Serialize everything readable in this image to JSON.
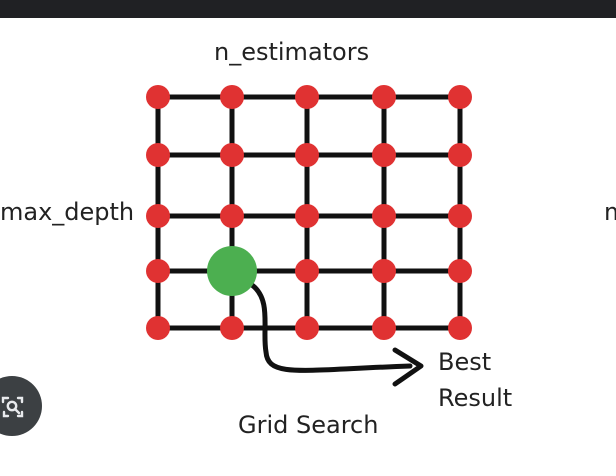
{
  "diagram": {
    "title_top": "n_estimators",
    "label_left": "max_depth",
    "label_right_partial": "m",
    "caption": "Grid Search",
    "result_line1": "Best",
    "result_line2": "Result",
    "grid": {
      "rows": 5,
      "columns": 5,
      "best_point": {
        "row": 4,
        "column": 2
      }
    },
    "colors": {
      "node": "#e03232",
      "best_node": "#4caf50",
      "line": "#111111",
      "top_bar": "#202124",
      "lens_button": "#3c4043"
    }
  },
  "overlay": {
    "icon": "image-search-lens-icon"
  }
}
